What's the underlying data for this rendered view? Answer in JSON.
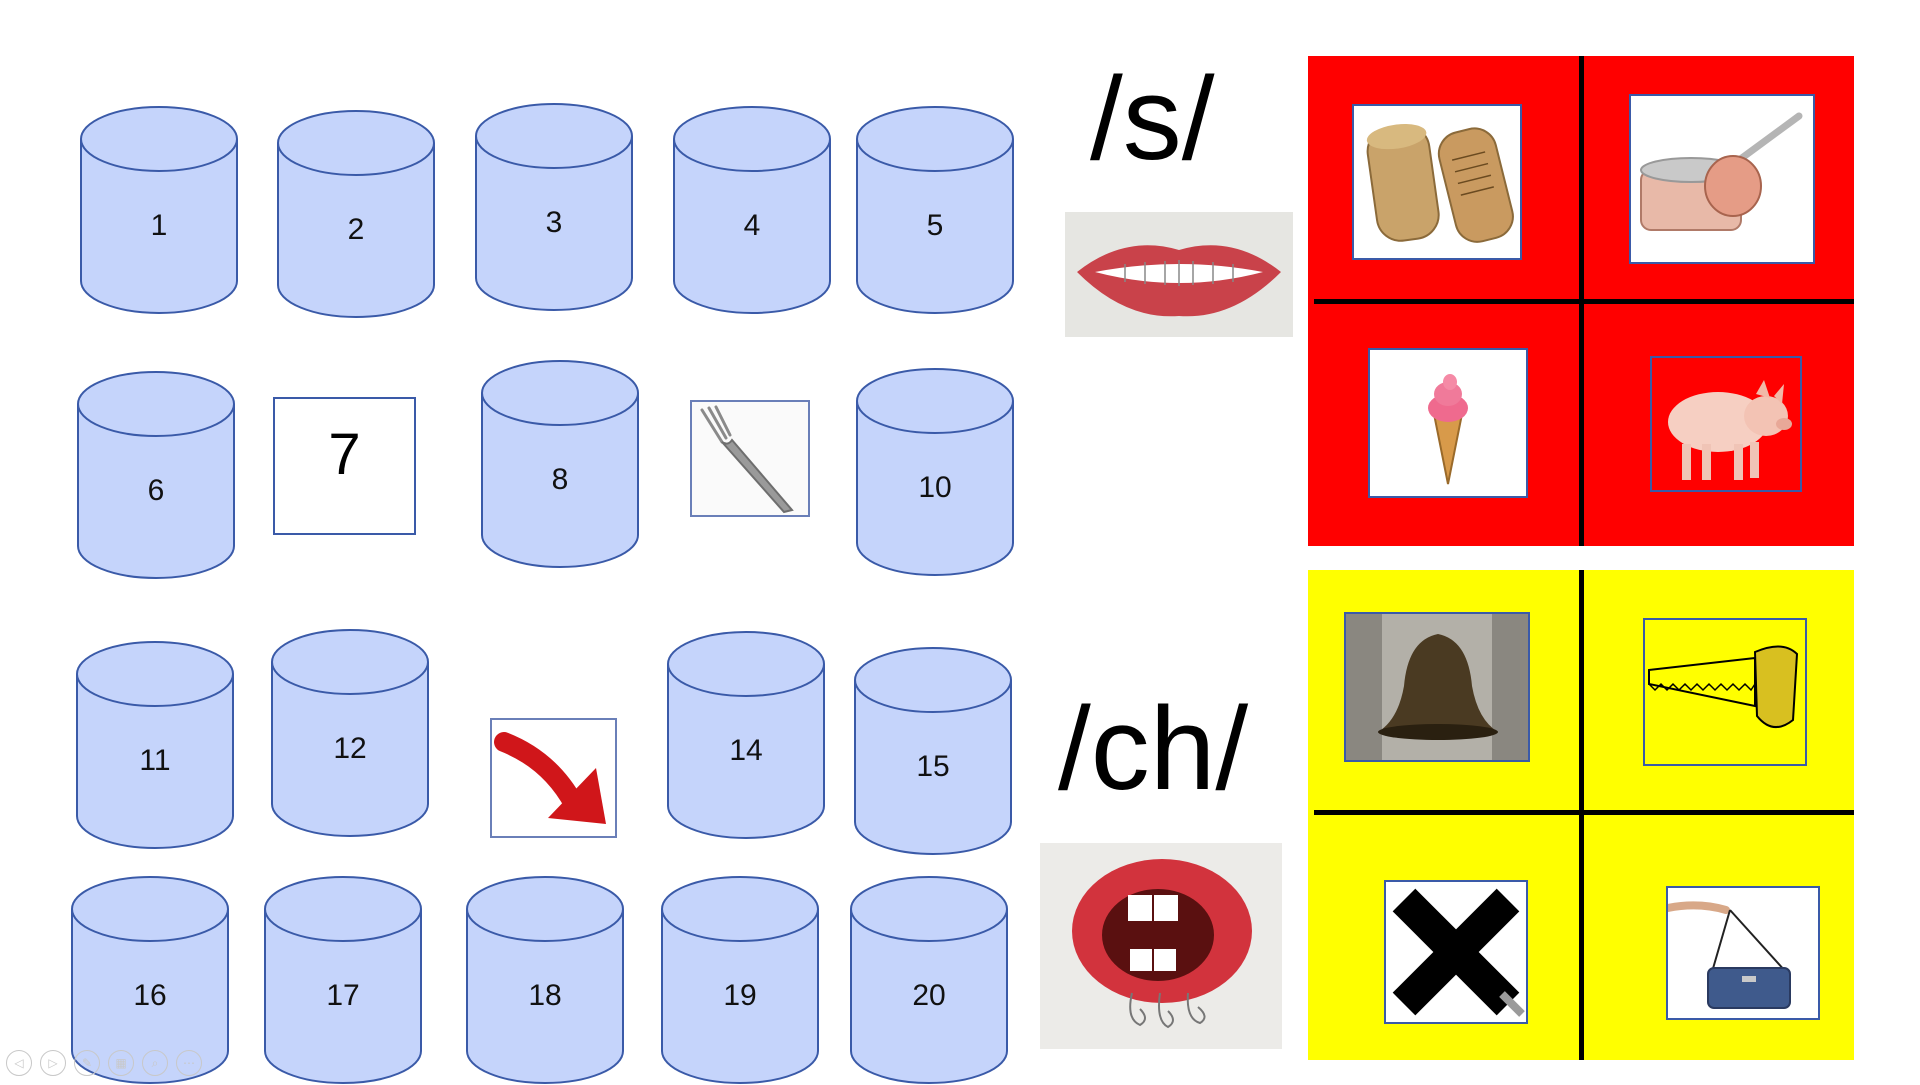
{
  "board": {
    "cylinders": [
      {
        "label": "1"
      },
      {
        "label": "2"
      },
      {
        "label": "3"
      },
      {
        "label": "4"
      },
      {
        "label": "5"
      },
      {
        "label": "6"
      },
      {
        "label": "8"
      },
      {
        "label": "10"
      },
      {
        "label": "11"
      },
      {
        "label": "12"
      },
      {
        "label": "14"
      },
      {
        "label": "15"
      },
      {
        "label": "16"
      },
      {
        "label": "17"
      },
      {
        "label": "18"
      },
      {
        "label": "19"
      },
      {
        "label": "20"
      }
    ],
    "square7_label": "7",
    "fork_icon": "fork-icon",
    "arrow_icon": "arrow-down-right-icon"
  },
  "sounds": {
    "s": {
      "label": "/s/",
      "mouth": "smiling-lips-icon"
    },
    "ch": {
      "label": "/ch/",
      "mouth": "open-lips-icon"
    }
  },
  "panels": {
    "s_panel": {
      "color": "#ff0000",
      "items": [
        "corks-icon",
        "saucepan-icon",
        "ice-cream-cone-icon",
        "pig-icon"
      ]
    },
    "ch_panel": {
      "color": "#ffff00",
      "items": [
        "bell-icon",
        "saw-icon",
        "black-cross-icon",
        "handbag-icon"
      ]
    }
  },
  "toolbar": {
    "buttons": [
      "prev-icon",
      "next-icon",
      "pen-icon",
      "slides-icon",
      "zoom-icon",
      "more-icon"
    ]
  },
  "colors": {
    "cylinder_fill": "#c5d4fb",
    "cylinder_stroke": "#3a5aa8"
  }
}
